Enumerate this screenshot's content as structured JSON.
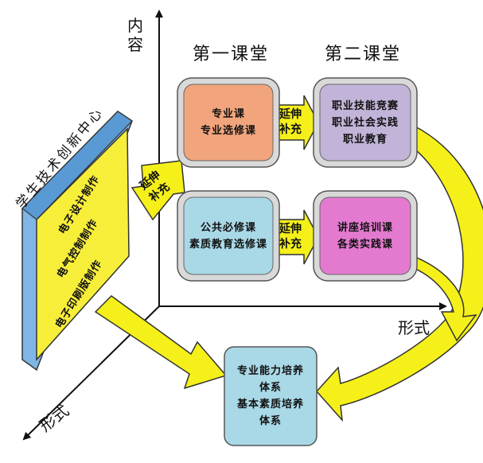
{
  "axes": {
    "content_label": "内容",
    "form_label_right": "形式",
    "form_label_bottom": "形式"
  },
  "columns": {
    "first": "第一课堂",
    "second": "第二课堂"
  },
  "boxes": {
    "top_left": {
      "lines": [
        "专业课",
        "专业选修课"
      ],
      "color": "#f2a57c"
    },
    "top_right": {
      "lines": [
        "职业技能竞赛",
        "职业社会实践",
        "职业教育"
      ],
      "color": "#c2b4d8"
    },
    "bottom_left": {
      "lines": [
        "公共必修课",
        "素质教育选修课"
      ],
      "color": "#a9d8e6"
    },
    "bottom_right": {
      "lines": [
        "讲座培训课",
        "各类实践课"
      ],
      "color": "#e47ad0"
    },
    "result": {
      "lines": [
        "专业能力培养",
        "体系",
        "基本素质培养",
        "体系"
      ],
      "color": "#a9d8e6"
    }
  },
  "extension_arrows": {
    "top": [
      "延伸",
      "补充"
    ],
    "bottom": [
      "延伸",
      "补充"
    ],
    "side": [
      "延伸",
      "补充"
    ]
  },
  "side_panel": {
    "title": "学生技术创新中心",
    "items": [
      "电子设计制作",
      "电气控制制作",
      "电子印刷版制作"
    ],
    "color": "#f7ee3a"
  },
  "colors": {
    "arrow_yellow": "#f5f01a",
    "panel_blue": "#7fb6e6",
    "box_border": "#555555"
  }
}
